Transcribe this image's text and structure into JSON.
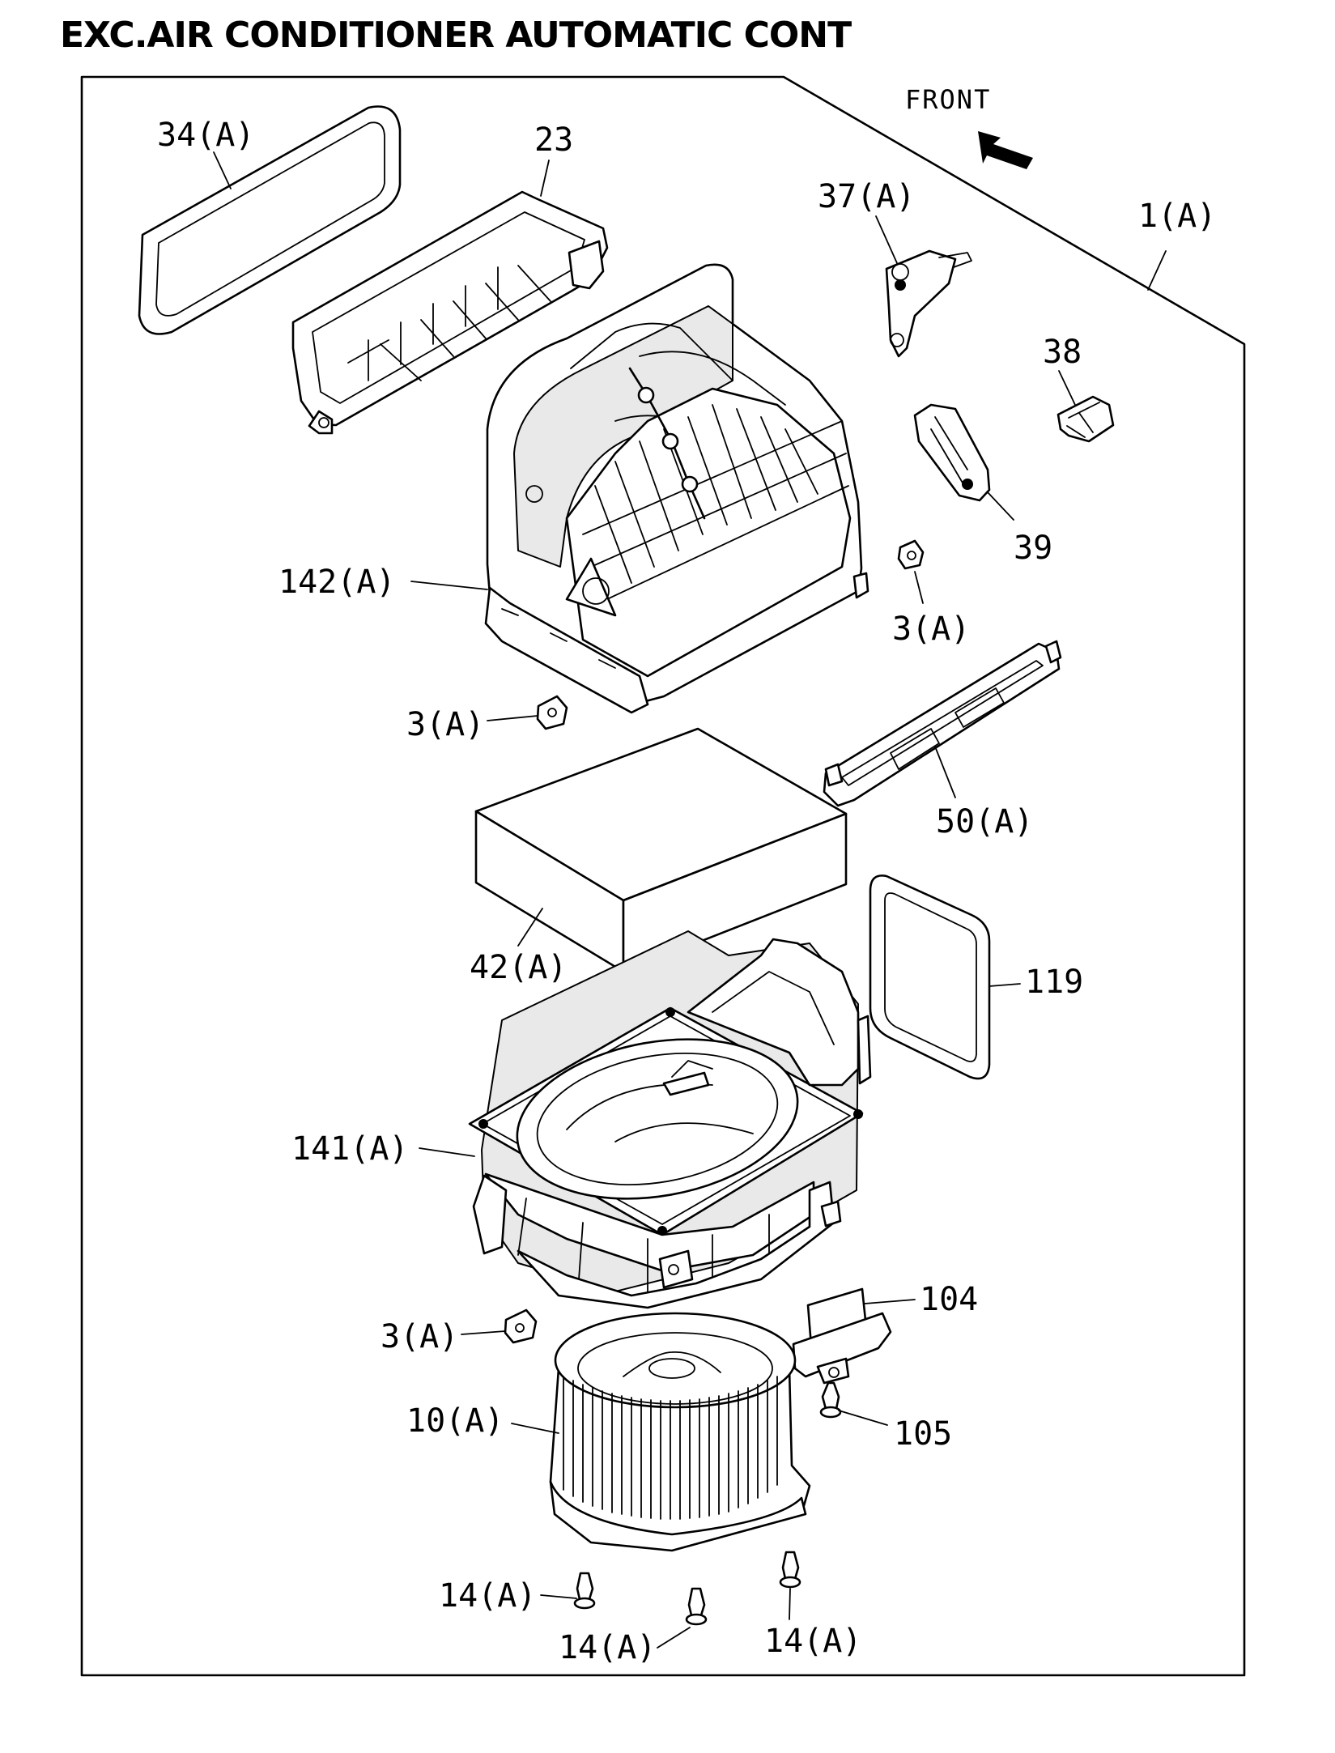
{
  "title": "EXC.AIR CONDITIONER AUTOMATIC CONT",
  "orientation": {
    "label": "FRONT"
  },
  "callouts": {
    "c34": "34(A)",
    "c23": "23",
    "c37": "37(A)",
    "c1": "1(A)",
    "c38": "38",
    "c39": "39",
    "c142": "142(A)",
    "c3a": "3(A)",
    "c3b": "3(A)",
    "c50": "50(A)",
    "c42": "42(A)",
    "c119": "119",
    "c141": "141(A)",
    "c104": "104",
    "c3c": "3(A)",
    "c105": "105",
    "c10": "10(A)",
    "c14a": "14(A)",
    "c14b": "14(A)",
    "c14c": "14(A)"
  }
}
